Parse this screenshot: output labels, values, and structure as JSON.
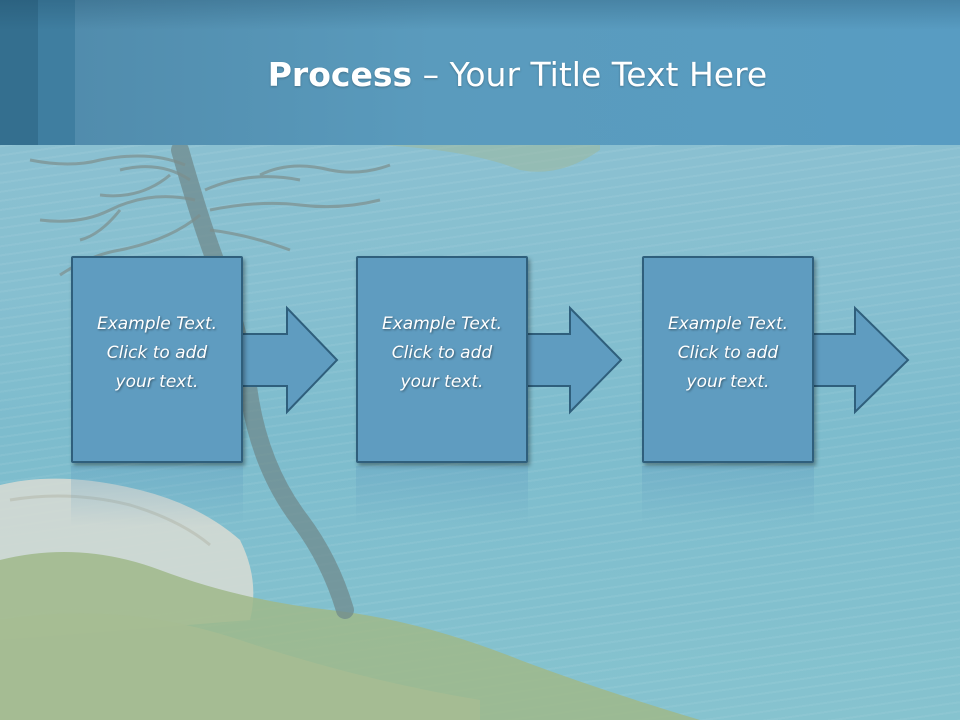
{
  "title": {
    "bold": "Process",
    "rest": " – Your Title Text Here"
  },
  "steps": [
    {
      "line1": "Example Text.",
      "line2": "Click  to add",
      "line3": "your text."
    },
    {
      "line1": "Example Text.",
      "line2": "Click  to add",
      "line3": "your text."
    },
    {
      "line1": "Example Text.",
      "line2": "Click  to add",
      "line3": "your text."
    }
  ],
  "colors": {
    "title_band": "#589cc2",
    "box_fill": "#5f9cc0",
    "box_border": "#2f5f7c",
    "text": "#ffffff"
  }
}
